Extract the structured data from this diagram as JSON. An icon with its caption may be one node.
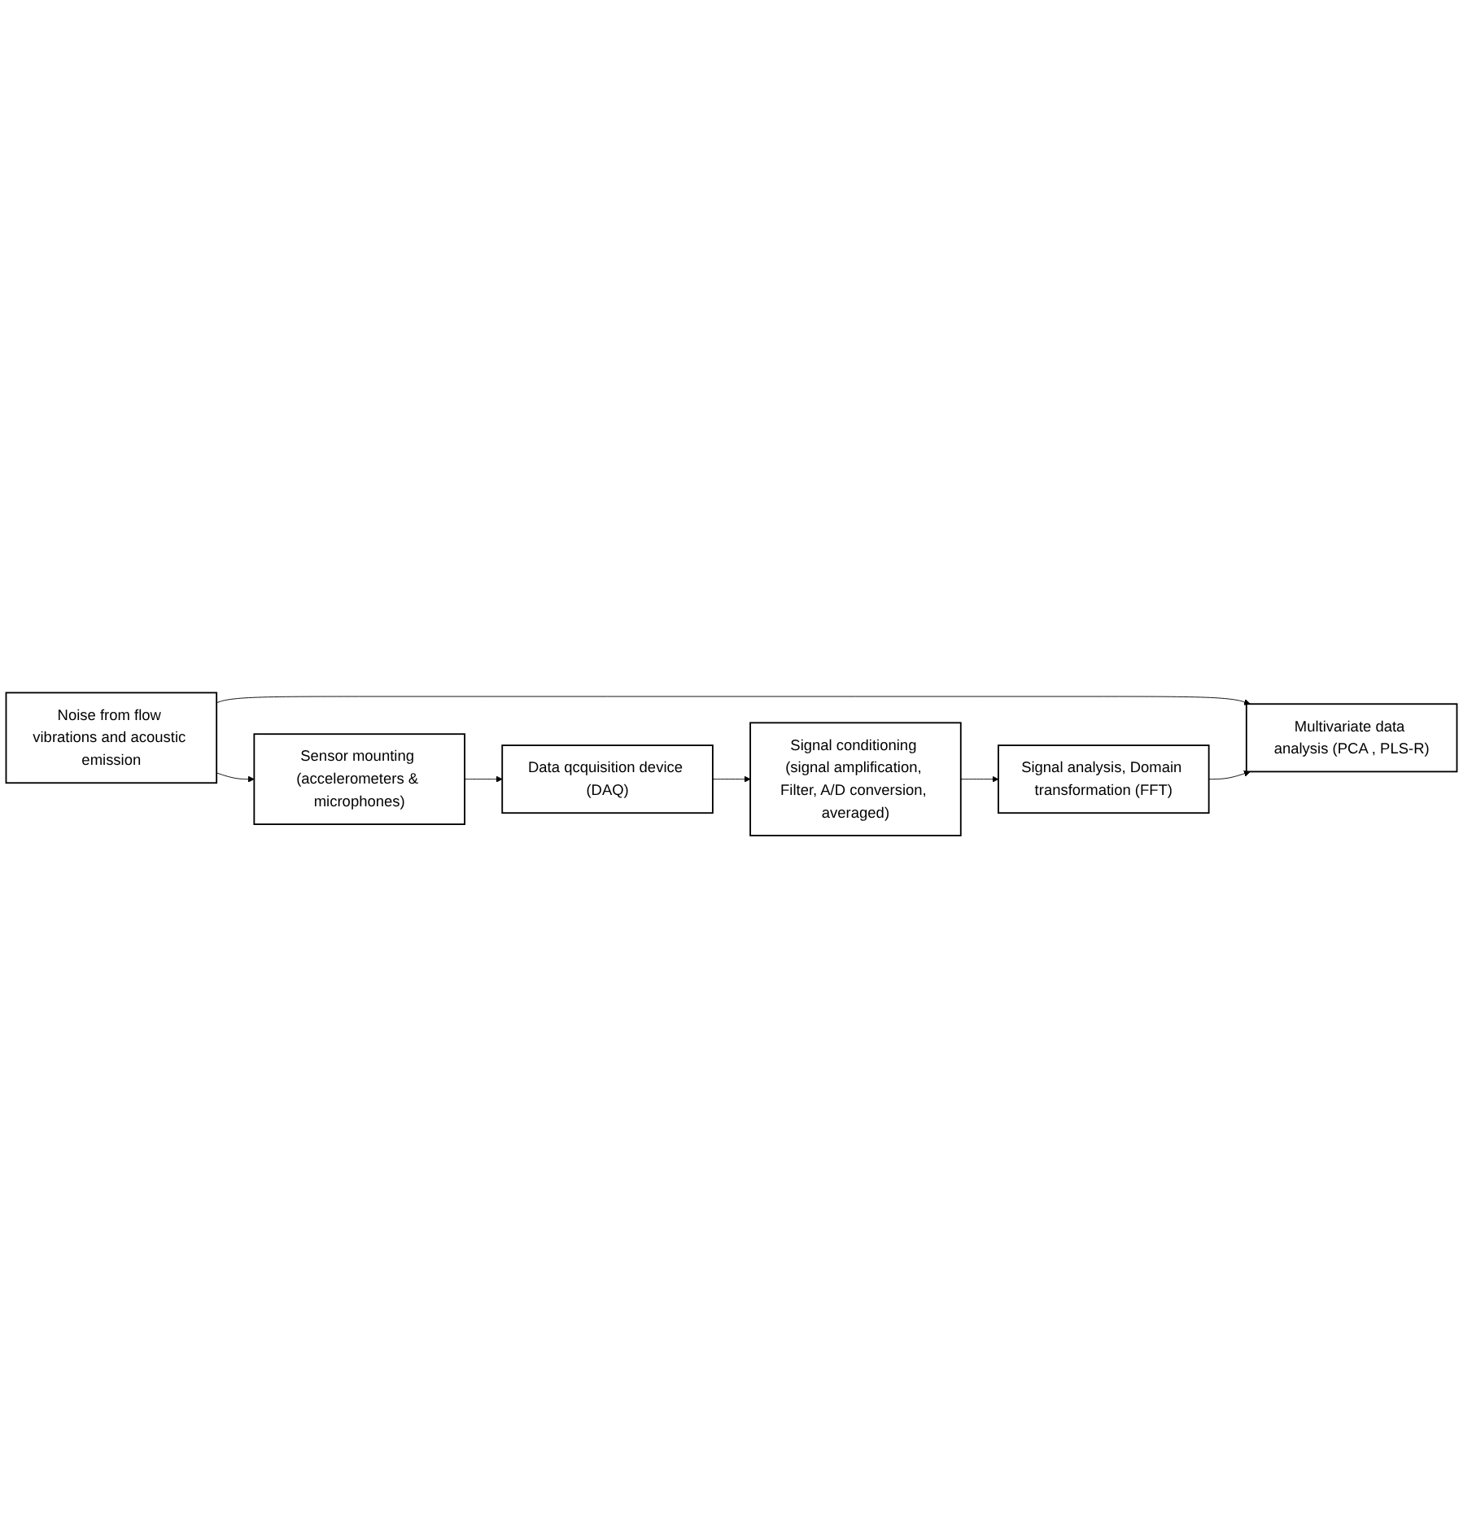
{
  "diagram": {
    "nodes": [
      {
        "text": [
          "Noise from flow vibrations and acoustic emission"
        ]
      },
      {
        "text": [
          "Multivariate data analysis (PCA , PLS-R)"
        ]
      },
      {
        "text": [
          "Sensor mounting (accelerometers & microphones)"
        ]
      },
      {
        "text": [
          "Signal analysis, Domain transformation (FFT)"
        ]
      },
      {
        "text": [
          "Data qcquisition device (DAQ)"
        ]
      },
      {
        "text": [
          "Signal conditioning (signal amplification, Filter, A/D conversion, averaged)"
        ]
      }
    ],
    "edges": [
      {
        "from": 0,
        "to": 1,
        "arrow": "to"
      },
      {
        "from": 0,
        "to": 2,
        "arrow": "to"
      },
      {
        "from": 2,
        "to": 4,
        "arrow": "to"
      },
      {
        "from": 4,
        "to": 5,
        "arrow": "to"
      },
      {
        "from": 5,
        "to": 3,
        "arrow": "to"
      },
      {
        "from": 3,
        "to": 1,
        "arrow": "to"
      }
    ]
  }
}
